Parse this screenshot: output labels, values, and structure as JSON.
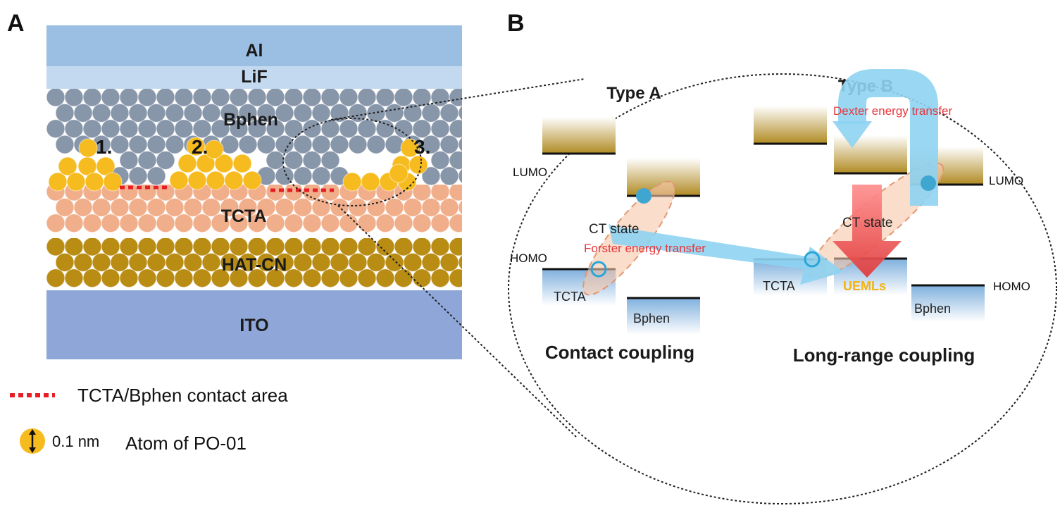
{
  "panel_a": {
    "label": "A",
    "layers": {
      "al": "Al",
      "lif": "LiF",
      "bphen": "Bphen",
      "tcta": "TCTA",
      "hatcn": "HAT-CN",
      "ito": "ITO"
    },
    "markers": [
      "1.",
      "2.",
      "3."
    ],
    "legend": {
      "contact": "TCTA/Bphen  contact area",
      "size": "0.1 nm",
      "atom": "Atom of PO-01"
    }
  },
  "panel_b": {
    "label": "B",
    "type_a": "Type A",
    "type_b": "Type B",
    "lumo": "LUMO",
    "homo": "HOMO",
    "ct_state": "CT state",
    "forster": "Forster energy transfer",
    "dexter": "Dexter energy transfer",
    "tcta": "TCTA",
    "bphen": "Bphen",
    "uemls": "UEMLs",
    "contact_coupling": "Contact coupling",
    "long_range": "Long-range coupling"
  },
  "colors": {
    "al": "#9bbfe3",
    "lif": "#c3d9ef",
    "bphen_atom": "#8896aa",
    "po01_atom": "#f6bb1e",
    "tcta_atom": "#f1ae8a",
    "hatcn_atom": "#b98c14",
    "ito": "#8ea7d8",
    "contact_line": "#e61e25",
    "arrow_blue": "#8ed3f2",
    "arrow_red": "#f06a6a"
  }
}
